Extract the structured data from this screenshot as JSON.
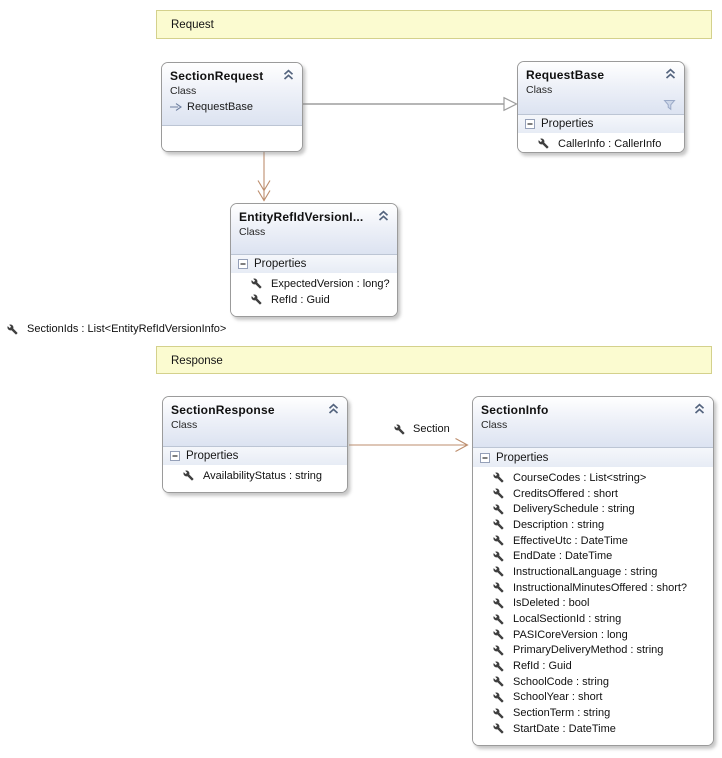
{
  "bands": {
    "request": {
      "label": "Request"
    },
    "response": {
      "label": "Response"
    }
  },
  "boxes": {
    "sectionRequest": {
      "title": "SectionRequest",
      "stereotype": "Class",
      "inherits_label": "RequestBase"
    },
    "requestBase": {
      "title": "RequestBase",
      "stereotype": "Class",
      "properties_label": "Properties",
      "properties": [
        "CallerInfo : CallerInfo"
      ]
    },
    "entityRefIdVersionInfo": {
      "title": "EntityRefIdVersionI...",
      "stereotype": "Class",
      "properties_label": "Properties",
      "properties": [
        "ExpectedVersion : long?",
        "RefId : Guid"
      ]
    },
    "sectionResponse": {
      "title": "SectionResponse",
      "stereotype": "Class",
      "properties_label": "Properties",
      "properties": [
        "AvailabilityStatus : string"
      ]
    },
    "sectionInfo": {
      "title": "SectionInfo",
      "stereotype": "Class",
      "properties_label": "Properties",
      "properties": [
        "CourseCodes : List<string>",
        "CreditsOffered : short",
        "DeliverySchedule : string",
        "Description : string",
        "EffectiveUtc : DateTime",
        "EndDate : DateTime",
        "InstructionalLanguage : string",
        "InstructionalMinutesOffered : short?",
        "IsDeleted : bool",
        "LocalSectionId : string",
        "PASICoreVersion : long",
        "PrimaryDeliveryMethod : string",
        "RefId : Guid",
        "SchoolCode : string",
        "SchoolYear : short",
        "SectionTerm : string",
        "StartDate : DateTime"
      ]
    }
  },
  "connectors": {
    "inheritance": {
      "type": "inheritance",
      "from": "SectionRequest",
      "to": "RequestBase"
    },
    "collection_association": {
      "type": "collection-association",
      "from": "SectionRequest",
      "to": "EntityRefIdVersionInfo",
      "label": "SectionIds : List<EntityRefIdVersionInfo>"
    },
    "section_association": {
      "type": "association",
      "from": "SectionResponse",
      "to": "SectionInfo",
      "label": "Section"
    }
  },
  "colors": {
    "comment_fill": "#fbfbd0",
    "comment_border": "#d4d18c",
    "box_border": "#9b9b9b",
    "header_grad": "#dce3f1",
    "props_grad_start": "#f5f7fb",
    "props_grad_end": "#e7ecf5",
    "divider": "#bcc5d4",
    "association": "#bd8e6e",
    "inheritance_gray": "#9e9e9e",
    "icon_blue": "#55657f",
    "text": "#141414"
  }
}
